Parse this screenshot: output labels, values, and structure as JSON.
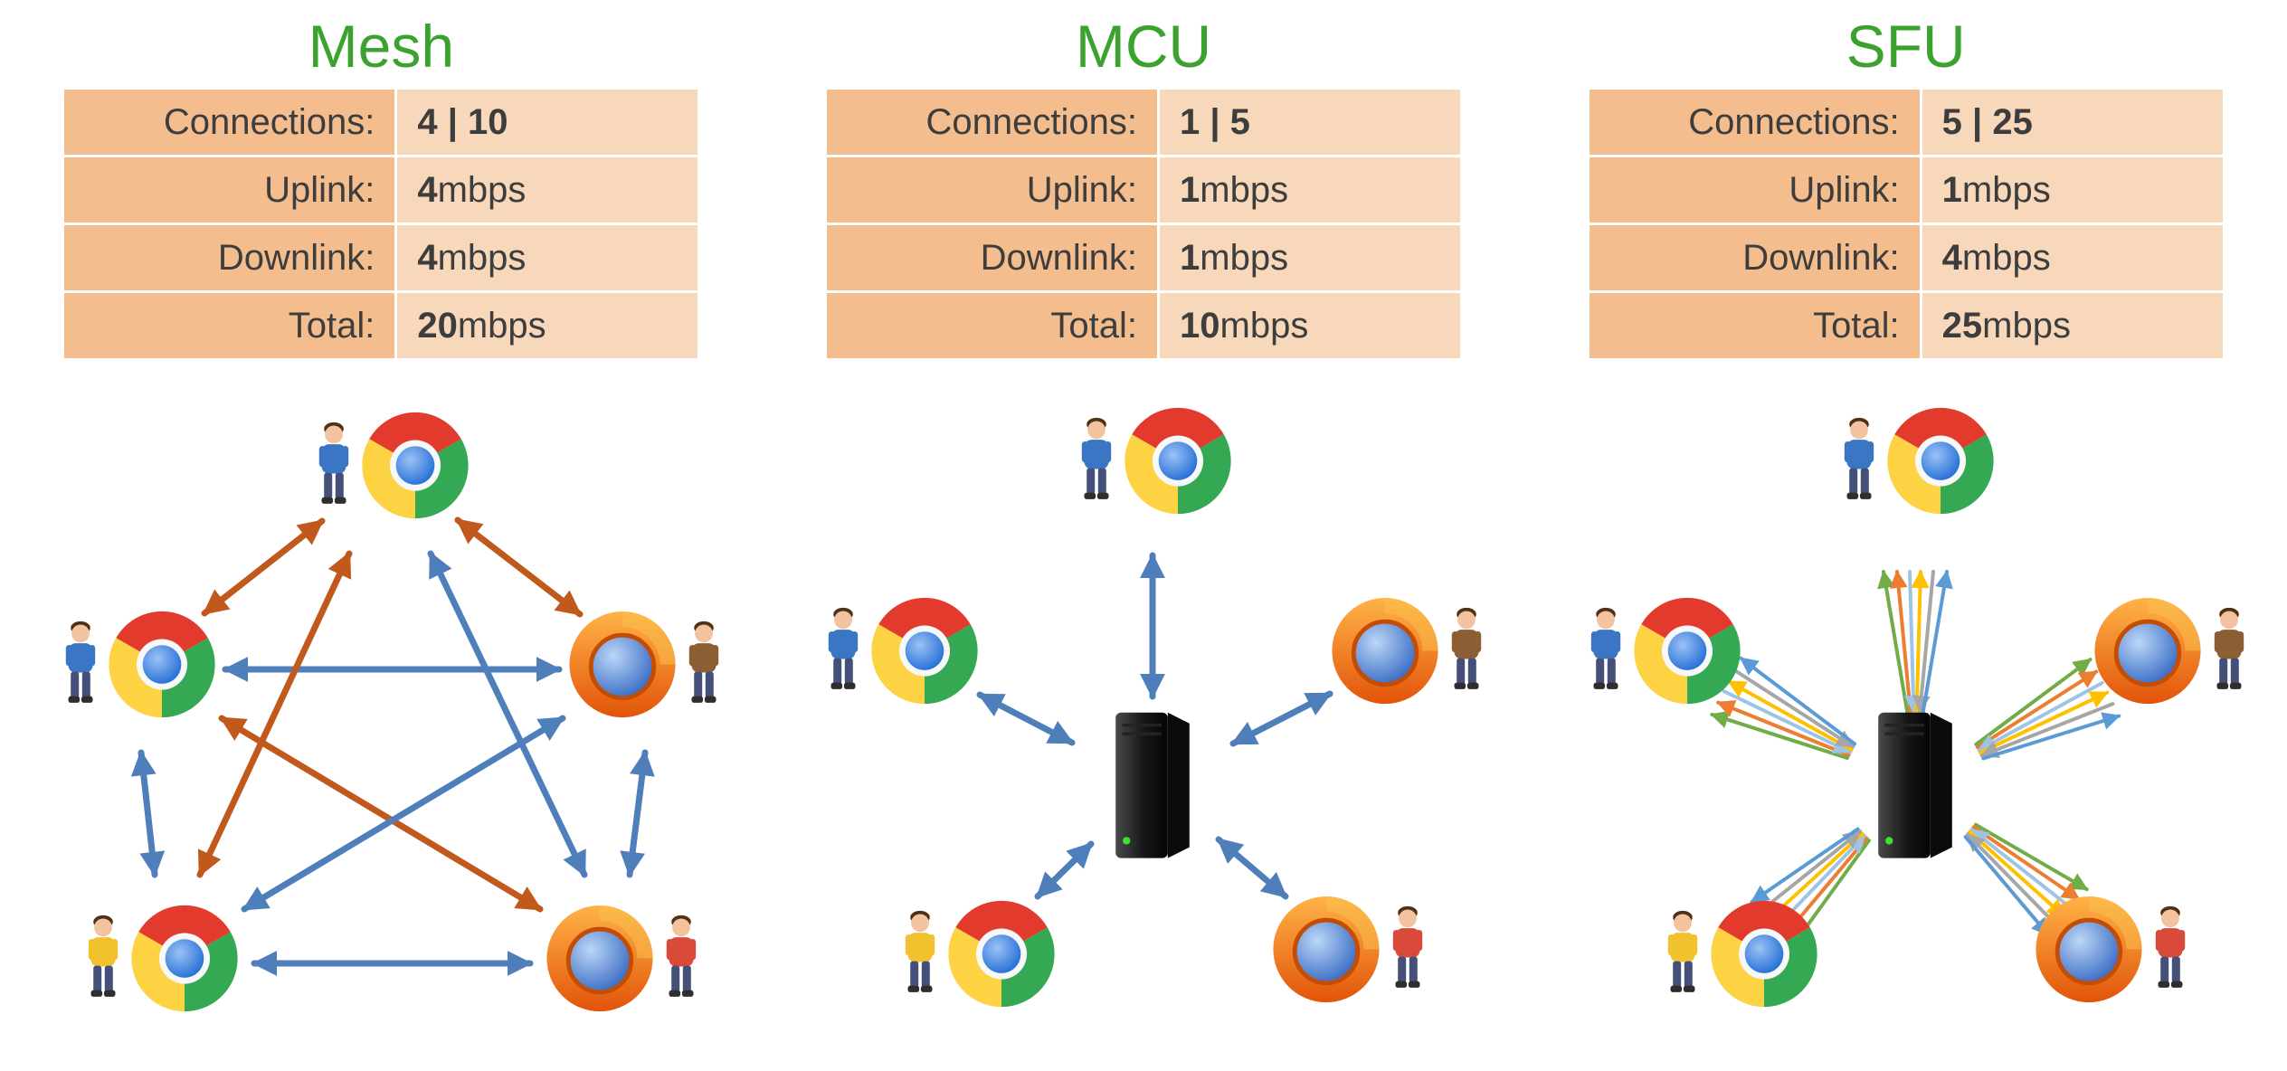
{
  "colors": {
    "title_green": "#3ba22f",
    "table_label_bg": "#f4bd8e",
    "table_value_bg": "#f8d8bb",
    "table_text": "#3d3d3d",
    "arrow_blue": "#4f7fbb",
    "arrow_orange": "#c0591b",
    "sfu_bundle_colors": [
      "#70ad47",
      "#ed7d31",
      "#9dc3e6",
      "#ffc000",
      "#a6a6a6",
      "#5b9bd5"
    ]
  },
  "columns": [
    {
      "title": "Mesh",
      "table": {
        "rows": [
          {
            "label": "Connections:",
            "bold": "4 | 10",
            "rest": ""
          },
          {
            "label": "Uplink:",
            "bold": "4",
            "rest": " mbps"
          },
          {
            "label": "Downlink:",
            "bold": "4",
            "rest": " mbps"
          },
          {
            "label": "Total:",
            "bold": "20",
            "rest": " mbps"
          }
        ]
      },
      "diagram": {
        "type": "full-mesh",
        "server": null,
        "peers": [
          {
            "position": "top",
            "browser": "chrome"
          },
          {
            "position": "left",
            "browser": "chrome"
          },
          {
            "position": "right",
            "browser": "firefox"
          },
          {
            "position": "bottom-left",
            "browser": "chrome"
          },
          {
            "position": "bottom-right",
            "browser": "firefox"
          }
        ],
        "arrow_style": "bidirectional",
        "arrow_colors": [
          "#4f7fbb",
          "#c0591b"
        ]
      }
    },
    {
      "title": "MCU",
      "table": {
        "rows": [
          {
            "label": "Connections:",
            "bold": "1 | 5",
            "rest": ""
          },
          {
            "label": "Uplink:",
            "bold": "1",
            "rest": " mbps"
          },
          {
            "label": "Downlink:",
            "bold": "1",
            "rest": " mbps"
          },
          {
            "label": "Total:",
            "bold": "10",
            "rest": " mbps"
          }
        ]
      },
      "diagram": {
        "type": "star-mcu",
        "server": "media-server",
        "peers": [
          {
            "position": "top",
            "browser": "chrome"
          },
          {
            "position": "left",
            "browser": "chrome"
          },
          {
            "position": "right",
            "browser": "firefox"
          },
          {
            "position": "bottom-left",
            "browser": "chrome"
          },
          {
            "position": "bottom-right",
            "browser": "firefox"
          }
        ],
        "arrow_style": "bidirectional",
        "arrow_colors": [
          "#4f7fbb"
        ]
      }
    },
    {
      "title": "SFU",
      "table": {
        "rows": [
          {
            "label": "Connections:",
            "bold": "5 | 25",
            "rest": ""
          },
          {
            "label": "Uplink:",
            "bold": "1",
            "rest": " mbps"
          },
          {
            "label": "Downlink:",
            "bold": "4",
            "rest": " mbps"
          },
          {
            "label": "Total:",
            "bold": "25",
            "rest": " mbps"
          }
        ]
      },
      "diagram": {
        "type": "star-sfu",
        "server": "media-server",
        "peers": [
          {
            "position": "top",
            "browser": "chrome"
          },
          {
            "position": "left",
            "browser": "chrome"
          },
          {
            "position": "right",
            "browser": "firefox"
          },
          {
            "position": "bottom-left",
            "browser": "chrome"
          },
          {
            "position": "bottom-right",
            "browser": "firefox"
          }
        ],
        "arrow_style": "multi-stream-bundles",
        "arrow_colors": [
          "#70ad47",
          "#ed7d31",
          "#9dc3e6",
          "#ffc000",
          "#a6a6a6",
          "#5b9bd5"
        ]
      }
    }
  ]
}
